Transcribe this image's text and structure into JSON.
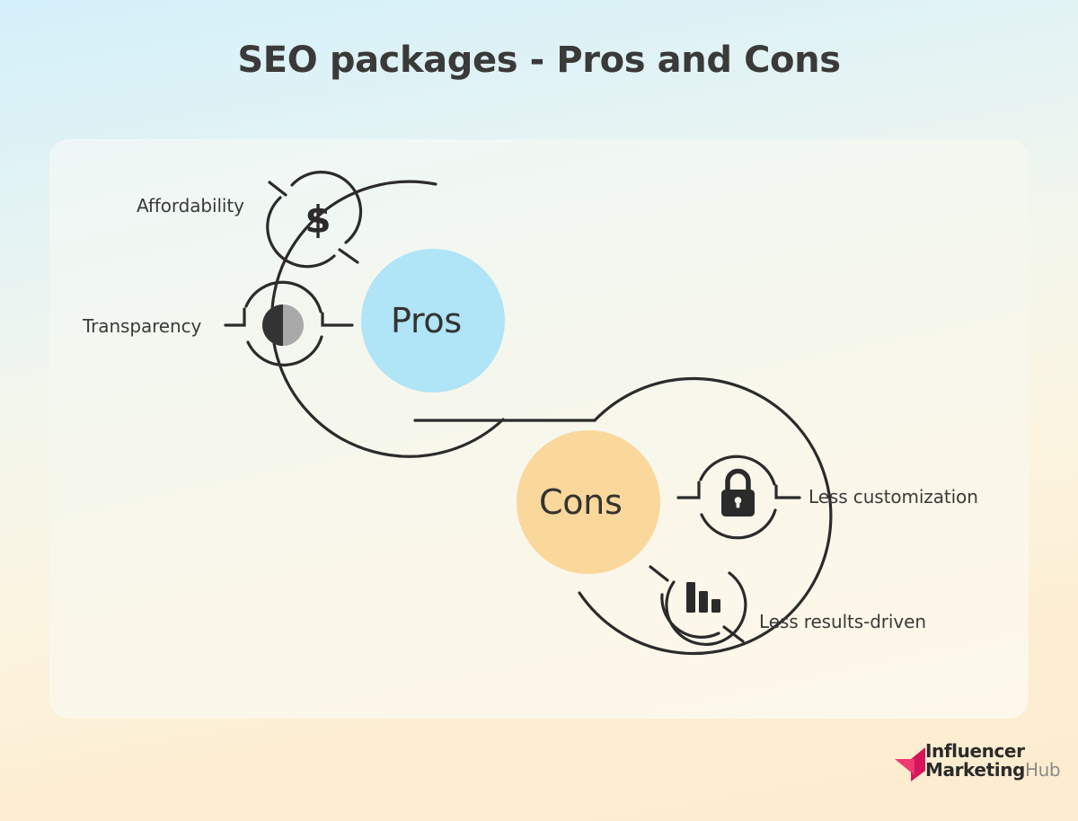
{
  "title": "SEO packages - Pros and Cons",
  "colors": {
    "background_top": "#d4f0fa",
    "background_bottom": "#fdeccf",
    "card": "#f4f7ee",
    "pros_bubble": "#b0e4f7",
    "cons_bubble": "#fad79a",
    "stroke": "#2b2b2b",
    "text": "#3a3a38",
    "logo_pink": "#e6356b",
    "logo_dark": "#2b2b2b",
    "logo_gray": "#8a8a8a"
  },
  "bubbles": {
    "pros": {
      "label": "Pros",
      "color": "#b0e4f7"
    },
    "cons": {
      "label": "Cons",
      "color": "#fad79a"
    }
  },
  "pros_items": [
    {
      "label": "Affordability",
      "icon": "dollar-sign-icon",
      "glyph": "$"
    },
    {
      "label": "Transparency",
      "icon": "contrast-half-circle-icon",
      "glyph": "◐"
    }
  ],
  "cons_items": [
    {
      "label": "Less customization",
      "icon": "lock-icon",
      "glyph": "🔒"
    },
    {
      "label": "Less results-driven",
      "icon": "declining-bar-chart-icon",
      "glyph": "▮▮▮"
    }
  ],
  "logo": {
    "line1": "Influencer",
    "line2_bold": "Marketing",
    "line2_light": "Hub",
    "mark": "pink-arrow-icon"
  }
}
